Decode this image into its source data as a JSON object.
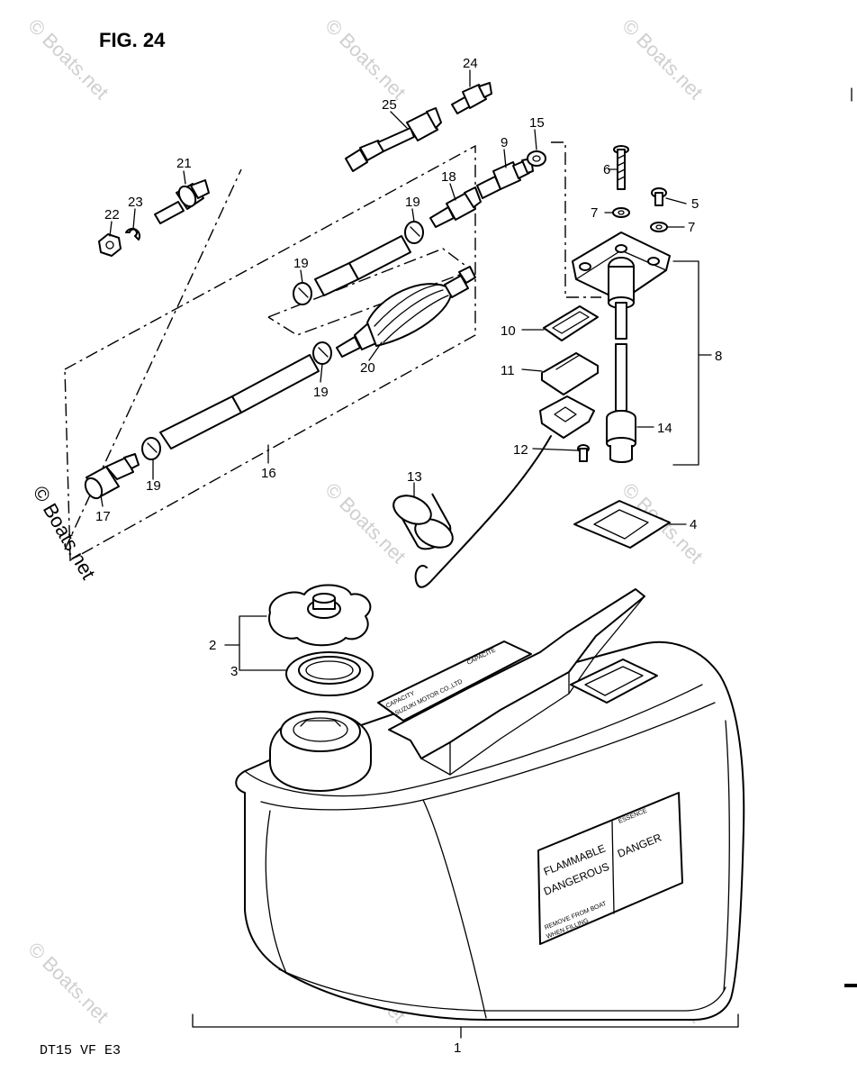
{
  "figure": {
    "title": "FIG. 24",
    "model": "DT15  VF  E3",
    "watermark": "© Boats.net"
  },
  "callouts": [
    {
      "id": "c1",
      "text": "1"
    },
    {
      "id": "c2",
      "text": "2"
    },
    {
      "id": "c3",
      "text": "3"
    },
    {
      "id": "c4",
      "text": "4"
    },
    {
      "id": "c5",
      "text": "5"
    },
    {
      "id": "c6",
      "text": "6"
    },
    {
      "id": "c7a",
      "text": "7"
    },
    {
      "id": "c7b",
      "text": "7"
    },
    {
      "id": "c8",
      "text": "8"
    },
    {
      "id": "c9",
      "text": "9"
    },
    {
      "id": "c10",
      "text": "10"
    },
    {
      "id": "c11",
      "text": "11"
    },
    {
      "id": "c12",
      "text": "12"
    },
    {
      "id": "c13",
      "text": "13"
    },
    {
      "id": "c14",
      "text": "14"
    },
    {
      "id": "c15",
      "text": "15"
    },
    {
      "id": "c16",
      "text": "16"
    },
    {
      "id": "c17",
      "text": "17"
    },
    {
      "id": "c18",
      "text": "18"
    },
    {
      "id": "c19a",
      "text": "19"
    },
    {
      "id": "c19b",
      "text": "19"
    },
    {
      "id": "c19c",
      "text": "19"
    },
    {
      "id": "c19d",
      "text": "19"
    },
    {
      "id": "c20",
      "text": "20"
    },
    {
      "id": "c21",
      "text": "21"
    },
    {
      "id": "c22",
      "text": "22"
    },
    {
      "id": "c23",
      "text": "23"
    },
    {
      "id": "c24",
      "text": "24"
    },
    {
      "id": "c25",
      "text": "25"
    }
  ],
  "tank_labels": {
    "warning_left_1": "FLAMMABLE",
    "warning_left_2": "DANGEROUS",
    "warning_left_3": "REMOVE FROM BOAT",
    "warning_left_4": "WHEN FILLING",
    "warning_right_1": "ESSENCE",
    "warning_right_2": "DANGER",
    "handle_plate": "SUZUKI MOTOR CO.,LTD",
    "handle_capacity": "CAPACITY",
    "handle_capacite": "CAPACITE"
  }
}
